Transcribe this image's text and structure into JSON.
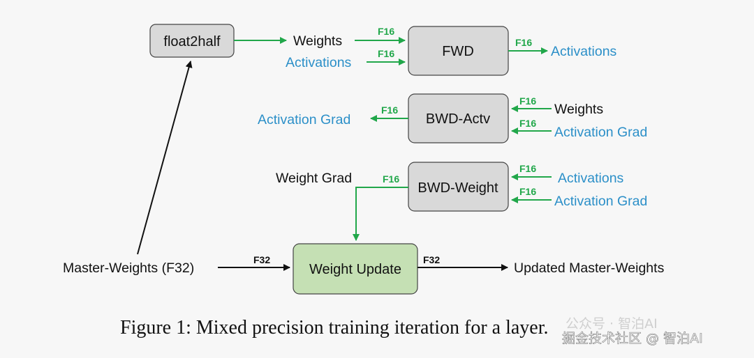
{
  "boxes": {
    "float2half": "float2half",
    "fwd": "FWD",
    "bwd_actv": "BWD-Actv",
    "bwd_weight": "BWD-Weight",
    "weight_update": "Weight Update"
  },
  "labels": {
    "weights_fwd": "Weights",
    "activations_fwd_in": "Activations",
    "activations_fwd_out": "Activations",
    "activation_grad_out": "Activation Grad",
    "weights_bwd": "Weights",
    "activation_grad_bwd_actv_in": "Activation Grad",
    "weight_grad": "Weight Grad",
    "activations_bwd_weight_in": "Activations",
    "activation_grad_bwd_weight_in": "Activation Grad",
    "master_weights": "Master-Weights (F32)",
    "updated_master_weights": "Updated Master-Weights"
  },
  "precision_tags": {
    "f16": "F16",
    "f32": "F32"
  },
  "caption": "Figure 1: Mixed precision training iteration for a layer.",
  "watermark": {
    "line1": "公众号 · 智泊AI",
    "line2": "掘金技术社区 @ 智泊AI"
  },
  "colors": {
    "green": "#21a74a",
    "blue": "#2b8fc8",
    "gray_box": "#d9d9d9",
    "green_box": "#c5e0b4"
  }
}
